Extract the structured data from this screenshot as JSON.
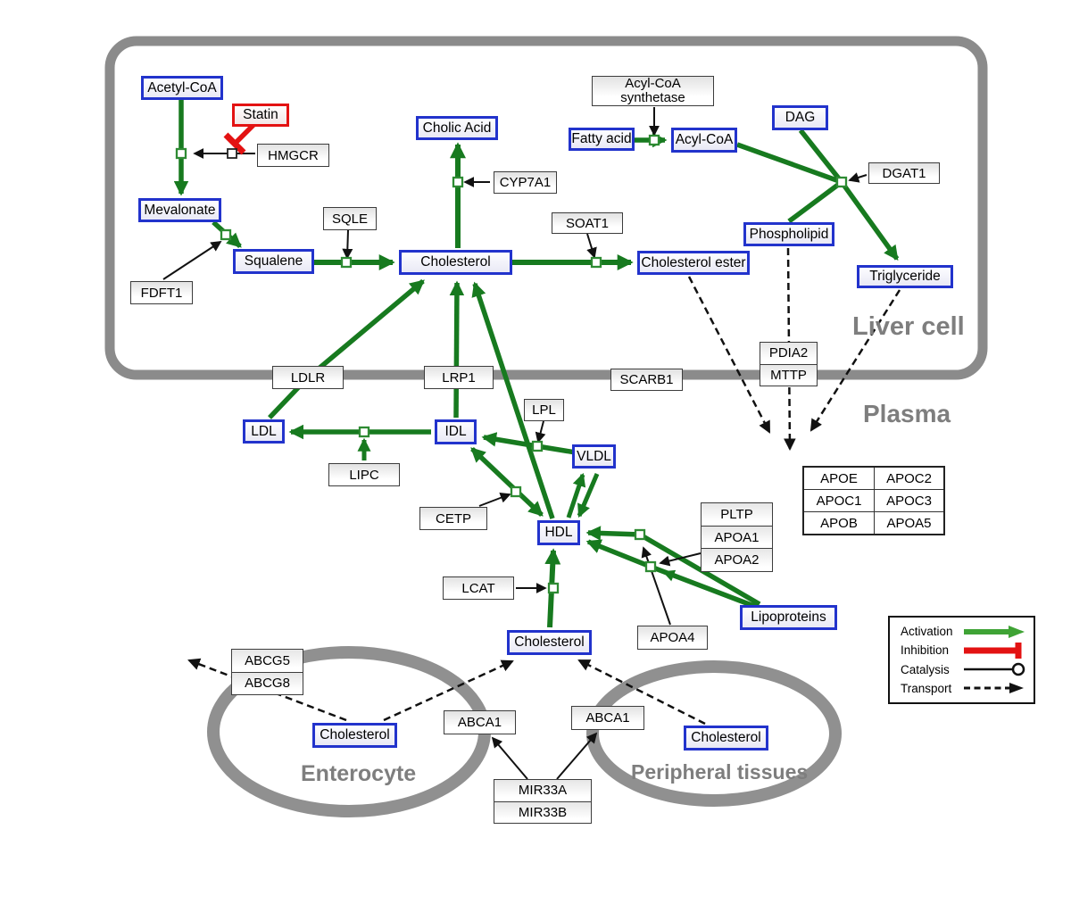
{
  "regions": {
    "liver": "Liver cell",
    "plasma": "Plasma",
    "enterocyte": "Enterocyte",
    "peripheral": "Peripheral tissues"
  },
  "metabolites": {
    "acetyl_coa": "Acetyl-CoA",
    "mevalonate": "Mevalonate",
    "squalene": "Squalene",
    "cholic_acid": "Cholic Acid",
    "cholesterol_liver": "Cholesterol",
    "fatty_acid": "Fatty acid",
    "acyl_coa": "Acyl-CoA",
    "dag": "DAG",
    "phospholipid": "Phospholipid",
    "cholesterol_ester": "Cholesterol ester",
    "triglyceride": "Triglyceride",
    "ldl": "LDL",
    "idl": "IDL",
    "vldl": "VLDL",
    "hdl": "HDL",
    "cholesterol_plasma": "Cholesterol",
    "lipoproteins": "Lipoproteins",
    "cholesterol_enterocyte": "Cholesterol",
    "cholesterol_peripheral": "Cholesterol"
  },
  "inhibitor": {
    "statin": "Statin"
  },
  "genes": {
    "hmgcr": "HMGCR",
    "fdft1": "FDFT1",
    "sqle": "SQLE",
    "cyp7a1": "CYP7A1",
    "soat1": "SOAT1",
    "acsl": "Acyl-CoA synthetase",
    "dgat1": "DGAT1",
    "ldlr": "LDLR",
    "lrp1": "LRP1",
    "scarb1": "SCARB1",
    "lipc": "LIPC",
    "lpl": "LPL",
    "cetp": "CETP",
    "lcat": "LCAT",
    "apoa4": "APOA4",
    "abca1_left": "ABCA1",
    "abca1_right": "ABCA1"
  },
  "gene_stacks": {
    "pdia2_mttp": [
      "PDIA2",
      "MTTP"
    ],
    "pltp_apoa": [
      "PLTP",
      "APOA1",
      "APOA2"
    ],
    "abcg": [
      "ABCG5",
      "ABCG8"
    ],
    "mir33": [
      "MIR33A",
      "MIR33B"
    ]
  },
  "apo_table": {
    "rows": [
      [
        "APOE",
        "APOC2"
      ],
      [
        "APOC1",
        "APOC3"
      ],
      [
        "APOB",
        "APOA5"
      ]
    ]
  },
  "legend": {
    "items": [
      {
        "label": "Activation",
        "type": "activation"
      },
      {
        "label": "Inhibition",
        "type": "inhibition"
      },
      {
        "label": "Catalysis",
        "type": "catalysis"
      },
      {
        "label": "Transport",
        "type": "transport"
      }
    ]
  },
  "colors": {
    "activation": "#177a1f",
    "inhibition": "#e31212",
    "catalysis": "#111111",
    "transport": "#111111",
    "metabolite_border": "#2233cc",
    "membrane": "#8b8b8b",
    "region_label": "#7e7e7e"
  }
}
